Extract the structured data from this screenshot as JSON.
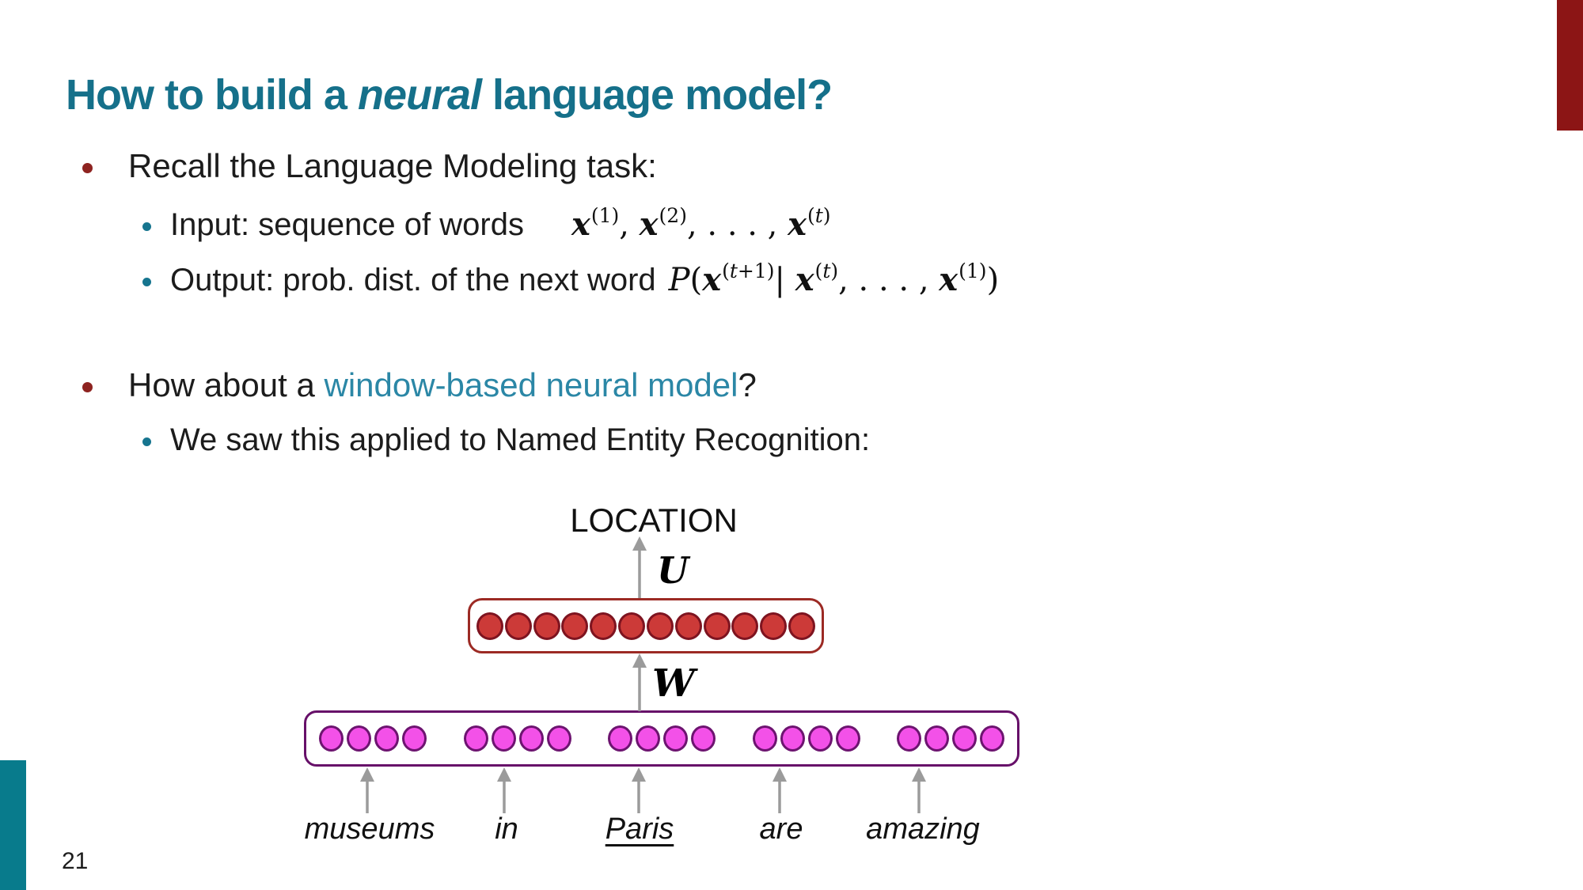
{
  "page": {
    "number": "21"
  },
  "title": {
    "prefix": "How to build a ",
    "emphasis": "neural",
    "suffix": " language model?"
  },
  "bullets": {
    "recall": {
      "label": "Recall the Language Modeling task:"
    },
    "input": {
      "label": "Input: sequence of words",
      "math": [
        {
          "t": "var",
          "v": "x"
        },
        {
          "t": "sup",
          "v": "(1)"
        },
        {
          "t": "txt",
          "v": ", "
        },
        {
          "t": "var",
          "v": "x"
        },
        {
          "t": "sup",
          "v": "(2)"
        },
        {
          "t": "txt",
          "v": ", . . . , "
        },
        {
          "t": "var",
          "v": "x"
        },
        {
          "t": "sup",
          "v": "(t)"
        }
      ]
    },
    "output": {
      "label": "Output: prob. dist. of the next word",
      "math": [
        {
          "t": "it",
          "v": "P"
        },
        {
          "t": "txt",
          "v": "("
        },
        {
          "t": "var",
          "v": "x"
        },
        {
          "t": "sup",
          "v": "(t+1)"
        },
        {
          "t": "txt",
          "v": "| "
        },
        {
          "t": "var",
          "v": "x"
        },
        {
          "t": "sup",
          "v": "(t)"
        },
        {
          "t": "txt",
          "v": ", . . . , "
        },
        {
          "t": "var",
          "v": "x"
        },
        {
          "t": "sup",
          "v": "(1)"
        },
        {
          "t": "txt",
          "v": ")"
        }
      ]
    },
    "how": {
      "prefix": "How about a ",
      "highlight": "window-based neural model",
      "suffix": "?"
    },
    "ner": {
      "label": "We saw this applied to Named Entity Recognition:"
    }
  },
  "diagram": {
    "output_label": "LOCATION",
    "weight_labels": {
      "u": "U",
      "w": "W"
    },
    "hidden_layer": {
      "units": 12
    },
    "input_layer": {
      "groups": 5,
      "units_per_group": 4
    },
    "words": [
      {
        "text": "museums",
        "underlined": false
      },
      {
        "text": "in",
        "underlined": false
      },
      {
        "text": "Paris",
        "underlined": true
      },
      {
        "text": "are",
        "underlined": false
      },
      {
        "text": "amazing",
        "underlined": false
      }
    ]
  },
  "colors": {
    "title_teal": "#15708a",
    "highlight_teal": "#2b87a6",
    "sub_bullet_teal": "#16758f",
    "main_bullet_red": "#8e2320",
    "hidden_unit_fill": "#cc3a38",
    "hidden_unit_stroke": "#7e1420",
    "hidden_box_border": "#9c2a24",
    "input_unit_fill": "#f351e8",
    "input_unit_stroke": "#6d1470",
    "input_box_border": "#671069",
    "arrow_gray": "#9b9b9b",
    "accent_bar_red": "#8c1515",
    "accent_bar_teal": "#087b8c"
  }
}
